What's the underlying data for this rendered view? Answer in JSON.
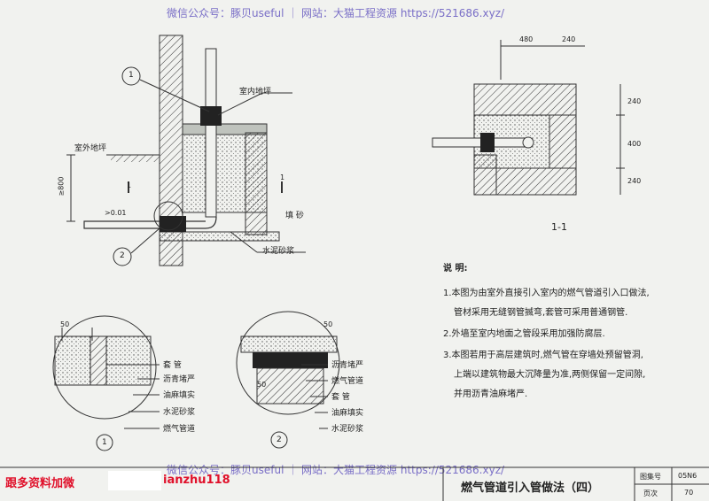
{
  "watermark": {
    "top": "微信公众号：豚贝useful ｜ 网站：大猫工程资源 https://521686.xyz/",
    "bottom": "微信公众号：豚贝useful ｜ 网站：大猫工程资源 https://521686.xyz/"
  },
  "signature": {
    "left": "跟多资料加微",
    "right": "ianzhu118"
  },
  "drawing_main": {
    "label_indoor": "室内地坪",
    "label_outdoor": "室外地坪",
    "label_fill": "填 砂",
    "label_mortar": "水泥砂浆",
    "callout_1": "1",
    "callout_2": "2",
    "section_mark_left": "1",
    "section_mark_right": "1",
    "dim_800": "≥800",
    "dim_001": ">0.01"
  },
  "section_1_1": {
    "title": "1-1",
    "dim_480": "480",
    "dim_240_top": "240",
    "dim_240_a": "240",
    "dim_400": "400",
    "dim_240_b": "240"
  },
  "detail_1": {
    "number": "1",
    "dim_50": "50",
    "labels": [
      "套 管",
      "沥青堵严",
      "油麻填实",
      "水泥砂浆",
      "燃气管道"
    ]
  },
  "detail_2": {
    "number": "2",
    "dim_50_top": "50",
    "dim_50_bottom": "50",
    "labels": [
      "沥青堵严",
      "燃气管道",
      "套 管",
      "油麻填实",
      "水泥砂浆"
    ]
  },
  "notes": {
    "heading": "说 明:",
    "items": [
      "1.本图为由室外直接引入室内的燃气管道引入口做法,",
      "管材采用无缝钢管揻弯,套管可采用普通钢管.",
      "2.外墙至室内地面之管段采用加强防腐层.",
      "3.本图若用于高层建筑时,燃气管在穿墙处预留管洞,",
      "上端以建筑物最大沉降量为准,两侧保留一定间隙,",
      "并用沥青油麻堵严."
    ]
  },
  "title_block": {
    "title": "燃气管道引入管做法（四）",
    "atlas_label": "图集号",
    "atlas_value": "05N6",
    "page_label": "页次",
    "page_value": "70"
  }
}
